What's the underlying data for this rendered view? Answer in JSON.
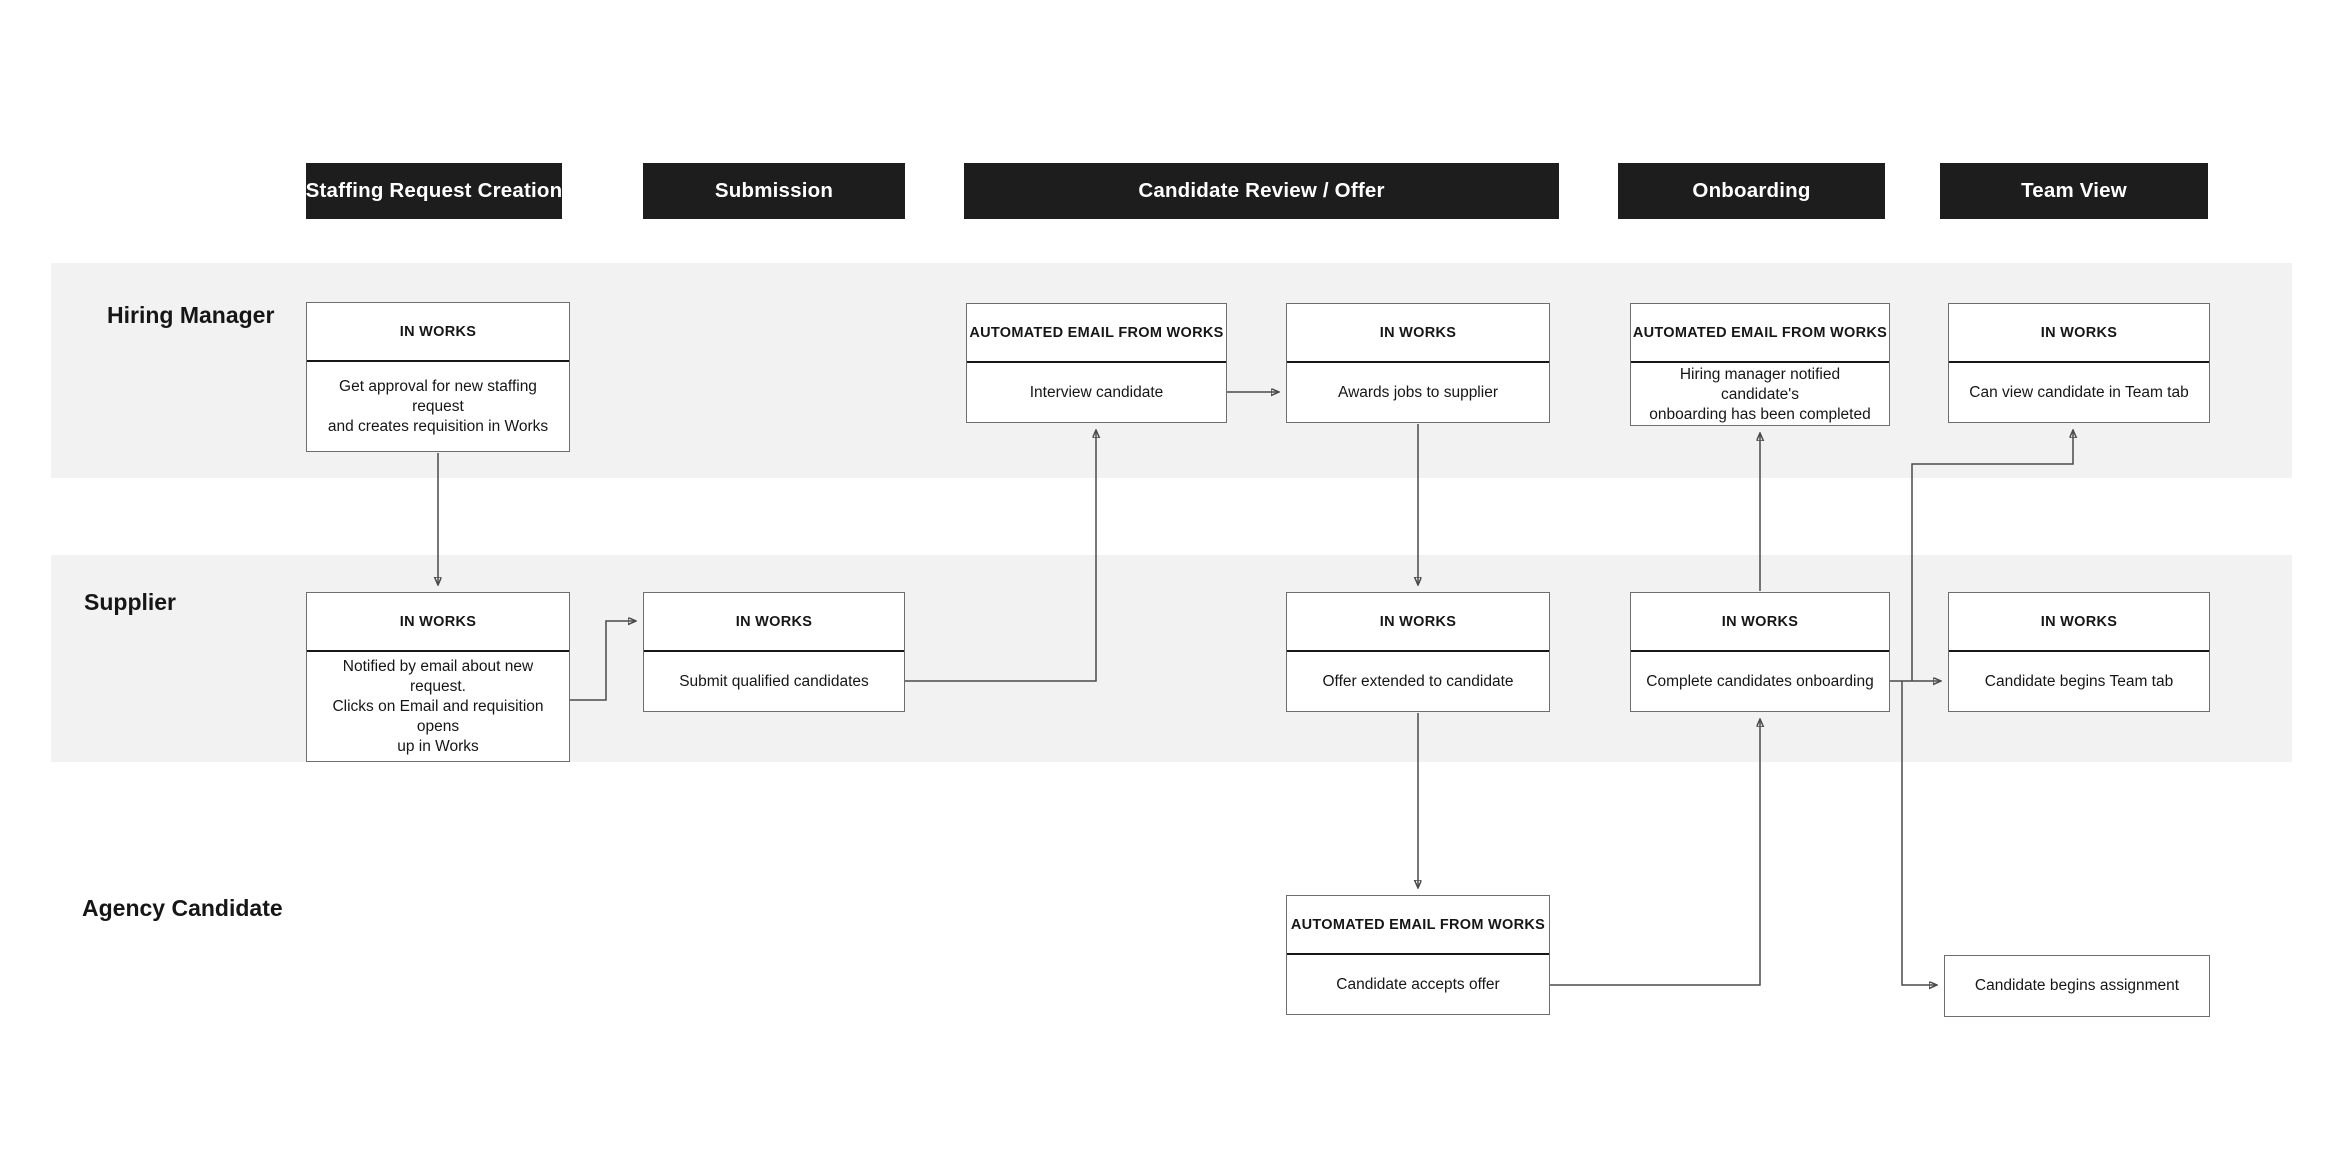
{
  "phases": {
    "p1": "Staffing Request Creation",
    "p2": "Submission",
    "p3": "Candidate Review / Offer",
    "p4": "Onboarding",
    "p5": "Team View"
  },
  "lanes": {
    "lane1": "Hiring Manager",
    "lane2": "Supplier",
    "lane3": "Agency Candidate"
  },
  "nodes": {
    "staffing_request": {
      "title": "IN WORKS",
      "body": "Get approval for new staffing request\nand creates requisition in Works"
    },
    "interview": {
      "title": "AUTOMATED EMAIL FROM WORKS",
      "body": "Interview candidate"
    },
    "awards": {
      "title": "IN WORKS",
      "body": "Awards jobs to supplier"
    },
    "onboard_notice": {
      "title": "AUTOMATED EMAIL FROM WORKS",
      "body": "Hiring manager notified candidate's\nonboarding has been completed"
    },
    "view_team": {
      "title": "IN WORKS",
      "body": "Can view candidate in Team tab"
    },
    "notified": {
      "title": "IN WORKS",
      "body": "Notified by email about new request.\nClicks on Email and requisition opens\nup in Works"
    },
    "submit": {
      "title": "IN WORKS",
      "body": "Submit qualified candidates"
    },
    "offer": {
      "title": "IN WORKS",
      "body": "Offer extended to candidate"
    },
    "complete_onboarding": {
      "title": "IN WORKS",
      "body": "Complete candidates onboarding"
    },
    "begin_team_tab": {
      "title": "IN WORKS",
      "body": "Candidate begins Team tab"
    },
    "accepts_offer": {
      "title": "AUTOMATED EMAIL FROM WORKS",
      "body": "Candidate accepts offer"
    },
    "begin_assignment": {
      "body": "Candidate begins assignment"
    }
  },
  "colors": {
    "phase_header_bg": "#1d1d1d",
    "phase_header_text": "#ffffff",
    "lane_band_bg": "#f2f2f2",
    "node_border": "#6e6e6e",
    "connector": "#4a4a4a",
    "text": "#161616"
  }
}
